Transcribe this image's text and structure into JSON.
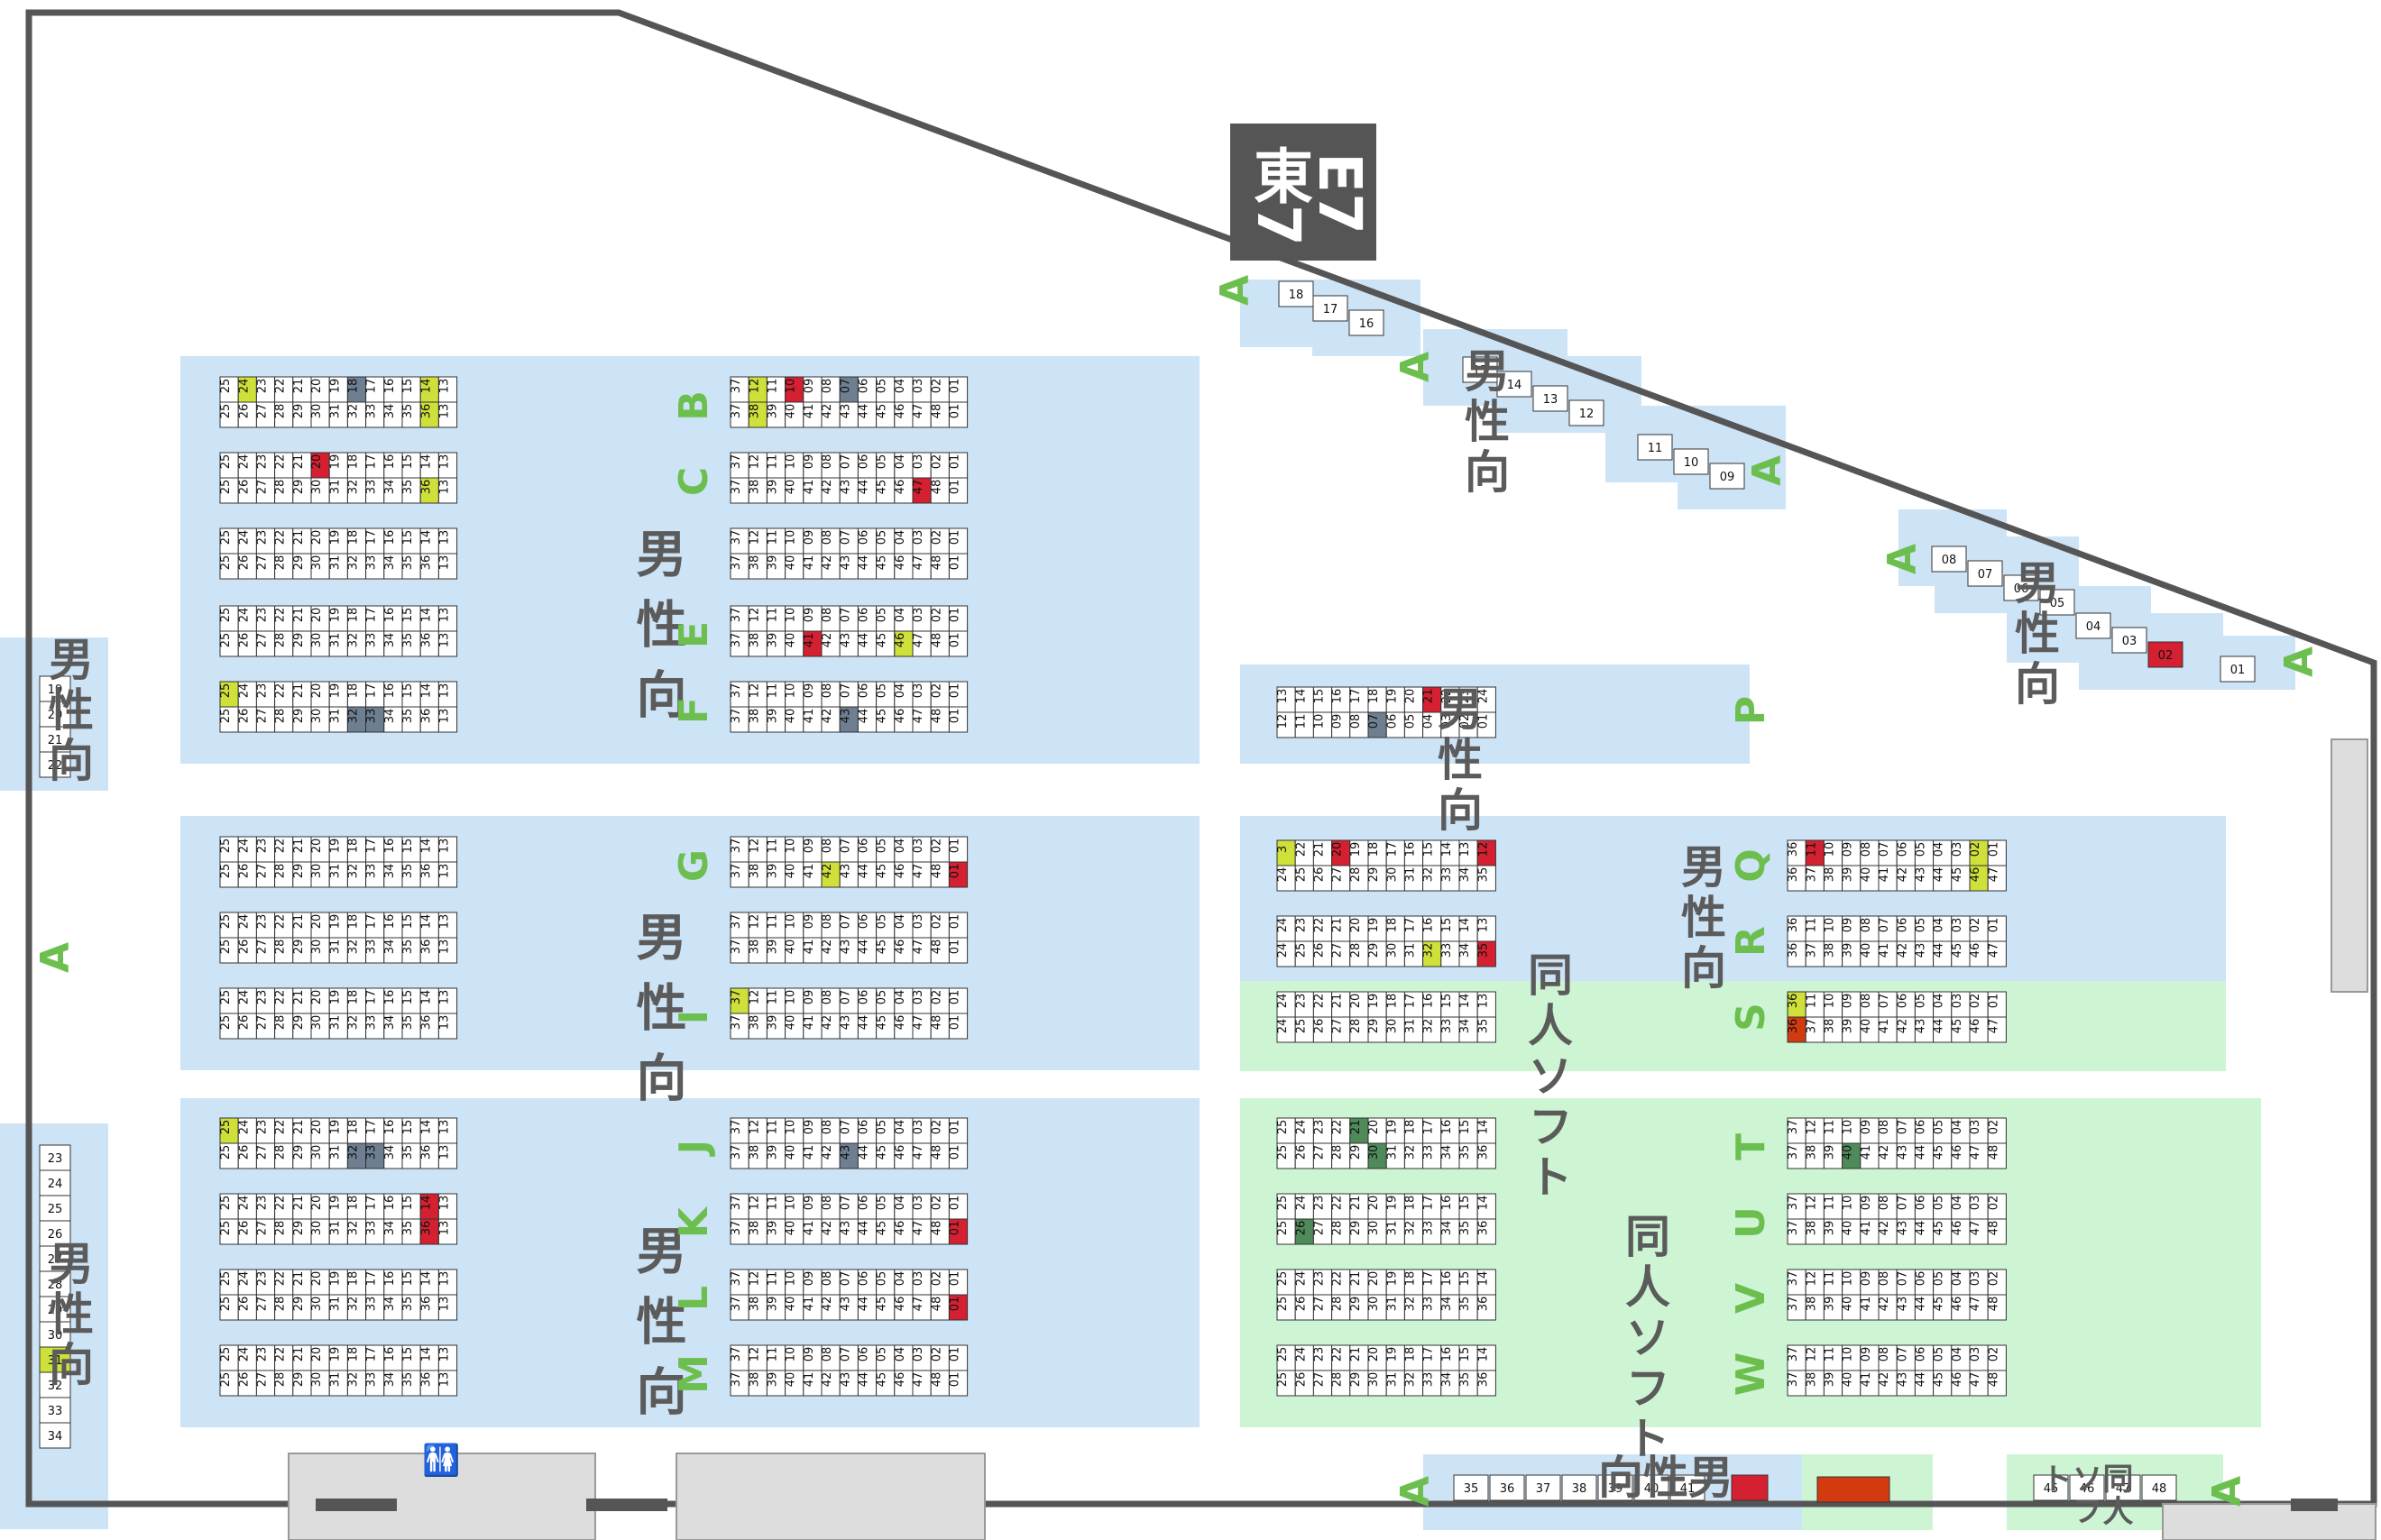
{
  "hall": {
    "kanji": "東7",
    "code": "E7"
  },
  "genre": {
    "male": "男性向",
    "doujin": "同人ソフト"
  },
  "row_labels": {
    "B": "B",
    "C": "C",
    "E": "E",
    "F": "F",
    "G": "G",
    "I": "I",
    "J": "J",
    "K": "K",
    "L": "L",
    "M": "M",
    "P": "P",
    "Q": "Q",
    "R": "R",
    "S": "S",
    "T": "T",
    "U": "U",
    "V": "V",
    "W": "W",
    "A": "A"
  },
  "colors": {
    "blue_zone": "#cde3f6",
    "green_zone": "#cdf5d3",
    "red_mark": "#d42030",
    "yellow_mark": "#cfe03a",
    "gray_mark": "#6e7f92",
    "green_mark": "#4f8a5b",
    "orange_block": "#d43a10",
    "wall": "#555555"
  }
}
